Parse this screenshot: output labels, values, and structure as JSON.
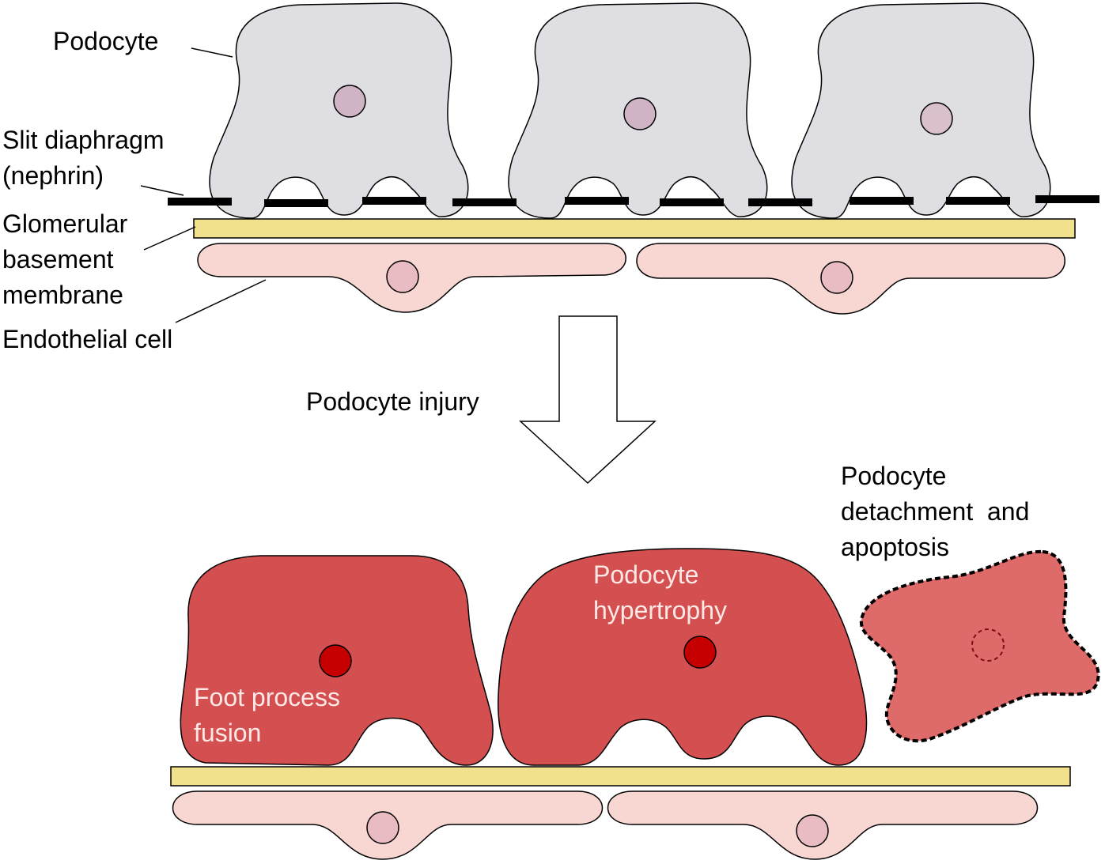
{
  "labels": {
    "podocyte": "Podocyte",
    "slit_diaphragm_line1": "Slit diaphragm",
    "slit_diaphragm_line2": "(nephrin)",
    "gbm_line1": "Glomerular",
    "gbm_line2": "basement",
    "gbm_line3": "membrane",
    "endothelial": "Endothelial cell",
    "injury": "Podocyte injury",
    "detachment_line1": "Podocyte",
    "detachment_line2": "detachment  and",
    "detachment_line3": "apoptosis",
    "hypertrophy_line1": "Podocyte",
    "hypertrophy_line2": "hypertrophy",
    "fusion_line1": "Foot process",
    "fusion_line2": "fusion"
  },
  "colors": {
    "healthy_podocyte": "#dfdfe3",
    "healthy_nucleus": "#d0b4c6",
    "injured_podocyte": "#d45050",
    "injured_nucleus": "#c60000",
    "apoptotic_podocyte": "#de6a6a",
    "apoptotic_nucleus_outline": "#7a1212",
    "basement_membrane": "#f1e08c",
    "endothelial_cell": "#f8d6d1",
    "endothelial_nucleus": "#e8bcc2",
    "slit_diaphragm": "#000000"
  }
}
